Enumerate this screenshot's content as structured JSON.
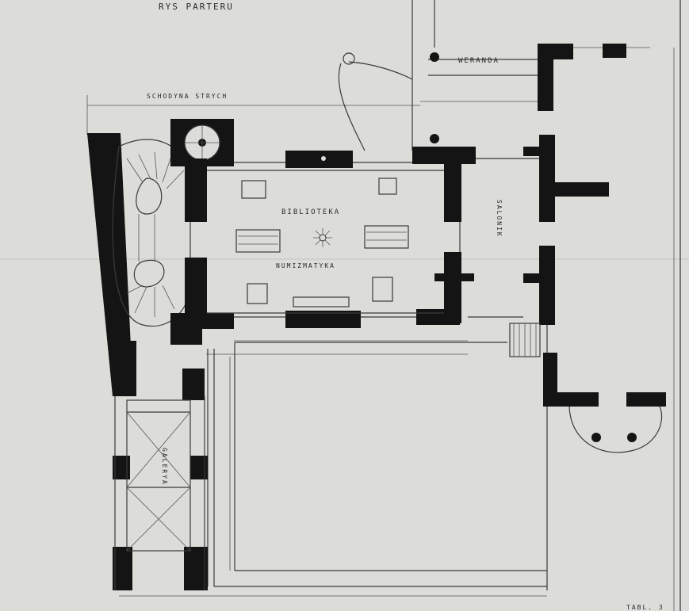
{
  "plan": {
    "header_title": "RYS PARTERU",
    "labels": {
      "stair_heading": "SCHODYNA STRYCH",
      "veranda": "WERANDA",
      "library": "BIBLIOTEKA",
      "numismatics": "NUMIZMATYKA",
      "salon": "SALONIK",
      "gallery": "GALERYA",
      "corner_note": "TABL. 3"
    }
  },
  "palette": {
    "paper": "#dcdcd8",
    "ink": "#141414",
    "line": "#3a3a3a"
  }
}
